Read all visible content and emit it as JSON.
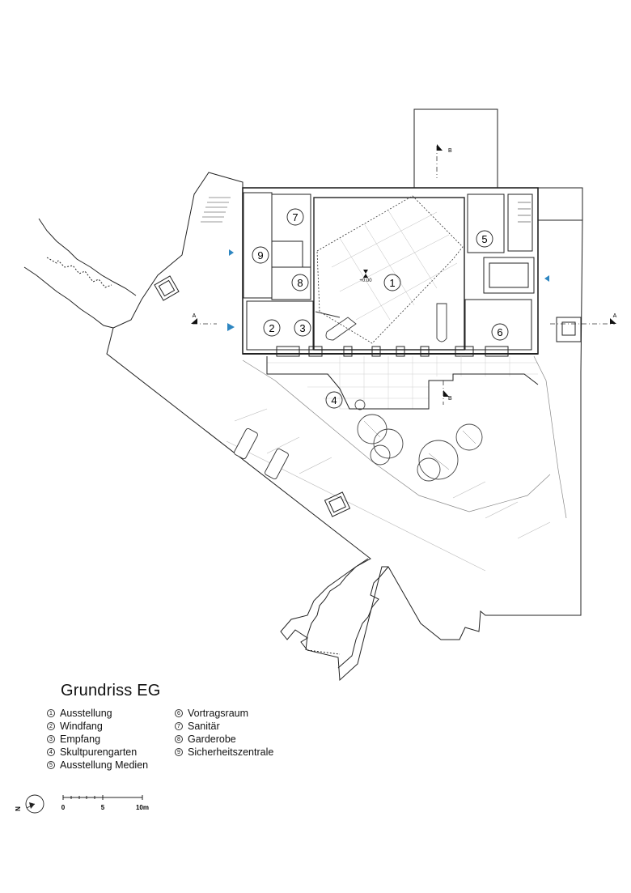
{
  "title": "Grundriss EG",
  "legend": [
    {
      "num": "1",
      "label": "Ausstellung"
    },
    {
      "num": "2",
      "label": "Windfang"
    },
    {
      "num": "3",
      "label": "Empfang"
    },
    {
      "num": "4",
      "label": "Skultpurengarten"
    },
    {
      "num": "5",
      "label": "Ausstellung Medien"
    },
    {
      "num": "6",
      "label": "Vortragsraum"
    },
    {
      "num": "7",
      "label": "Sanitär"
    },
    {
      "num": "8",
      "label": "Garderobe"
    },
    {
      "num": "9",
      "label": "Sicherheitszentrale"
    }
  ],
  "section_markers": {
    "a_left": "A",
    "a_right": "A",
    "b_top": "B",
    "b_bottom": "B"
  },
  "level_label": "+0.00",
  "north_label": "N",
  "scale": {
    "zero": "0",
    "mid": "5",
    "end": "10m"
  },
  "colors": {
    "entrance_arrow": "#2e86c1",
    "line": "#222222"
  }
}
